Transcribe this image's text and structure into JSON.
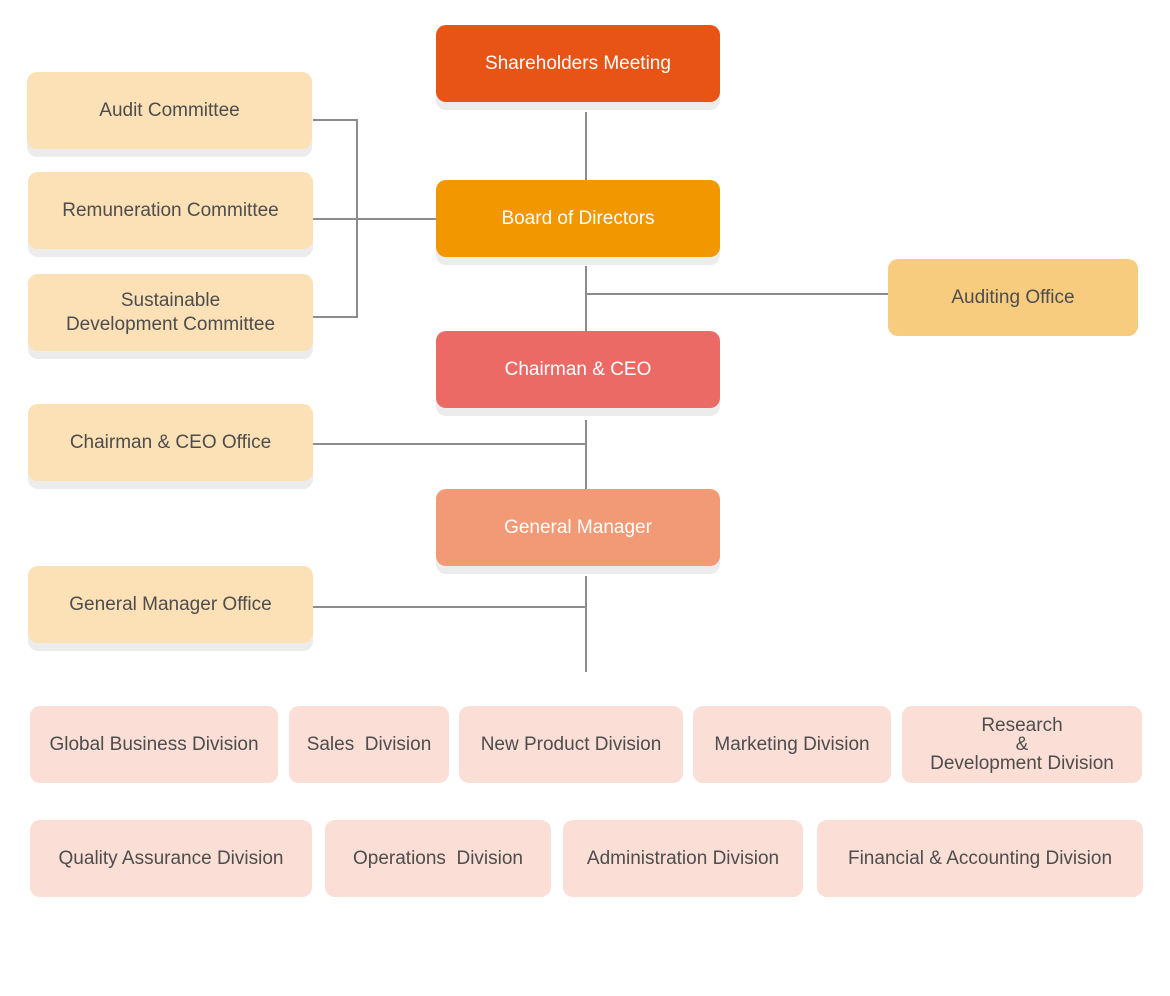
{
  "colors": {
    "shareholders": "#e85416",
    "board": "#f39700",
    "chairman": "#ec6a66",
    "general_manager": "#f29a76",
    "committee": "#fce0b6",
    "auditing_office": "#f8cc7f",
    "division": "#fbdfd6",
    "connector": "#8c8c8c"
  },
  "main_chain": {
    "shareholders": "Shareholders Meeting",
    "board": "Board of Directors",
    "chairman": "Chairman & CEO",
    "general_manager": "General Manager"
  },
  "committees": {
    "audit": "Audit Committee",
    "remuneration": "Remuneration Committee",
    "sustainable": "Sustainable\nDevelopment Committee"
  },
  "offices": {
    "auditing": "Auditing Office",
    "chairman_ceo": "Chairman & CEO Office",
    "general_manager": "General Manager Office"
  },
  "divisions": {
    "row1": [
      "Global Business Division",
      "Sales  Division",
      "New Product Division",
      "Marketing Division",
      "Research\n&\nDevelopment Division"
    ],
    "row2": [
      "Quality Assurance Division",
      "Operations  Division",
      "Administration Division",
      "Financial & Accounting Division"
    ]
  }
}
